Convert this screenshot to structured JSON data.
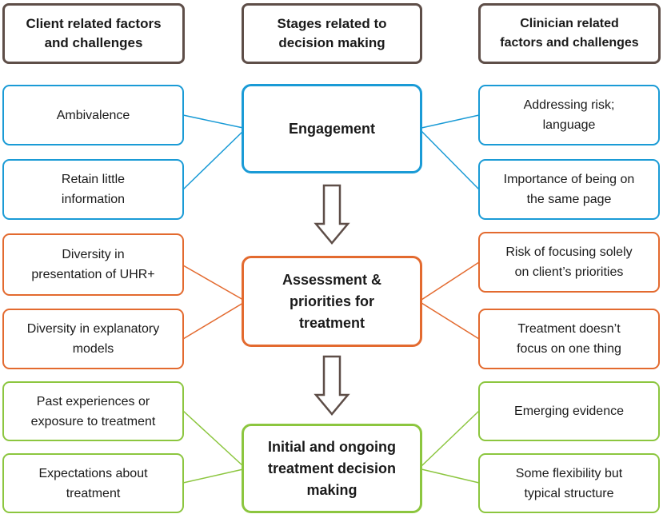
{
  "headers": {
    "client": "Client related factors\nand challenges",
    "stages": "Stages related to\ndecision making",
    "clinician": "Clinician related\nfactors and challenges"
  },
  "stages": {
    "engagement": "Engagement",
    "assessment": "Assessment &\npriorities for\ntreatment",
    "decision": "Initial and ongoing\ntreatment decision\nmaking"
  },
  "client_factors": {
    "engagement": [
      "Ambivalence",
      "Retain little\ninformation"
    ],
    "assessment": [
      "Diversity in\npresentation of UHR+",
      "Diversity in explanatory\nmodels"
    ],
    "decision": [
      "Past experiences or\nexposure to treatment",
      "Expectations about\ntreatment"
    ]
  },
  "clinician_factors": {
    "engagement": [
      "Addressing risk;\nlanguage",
      "Importance of being on\nthe same page"
    ],
    "assessment": [
      "Risk of focusing solely\non client’s priorities",
      "Treatment doesn’t\nfocus on one thing"
    ],
    "decision": [
      "Emerging evidence",
      "Some flexibility but\ntypical structure"
    ]
  },
  "colors": {
    "header_border": "#5e4e48",
    "engagement": "#1a9bd6",
    "assessment": "#e36a2f",
    "decision": "#8cc63f",
    "arrow": "#5e4e48"
  }
}
